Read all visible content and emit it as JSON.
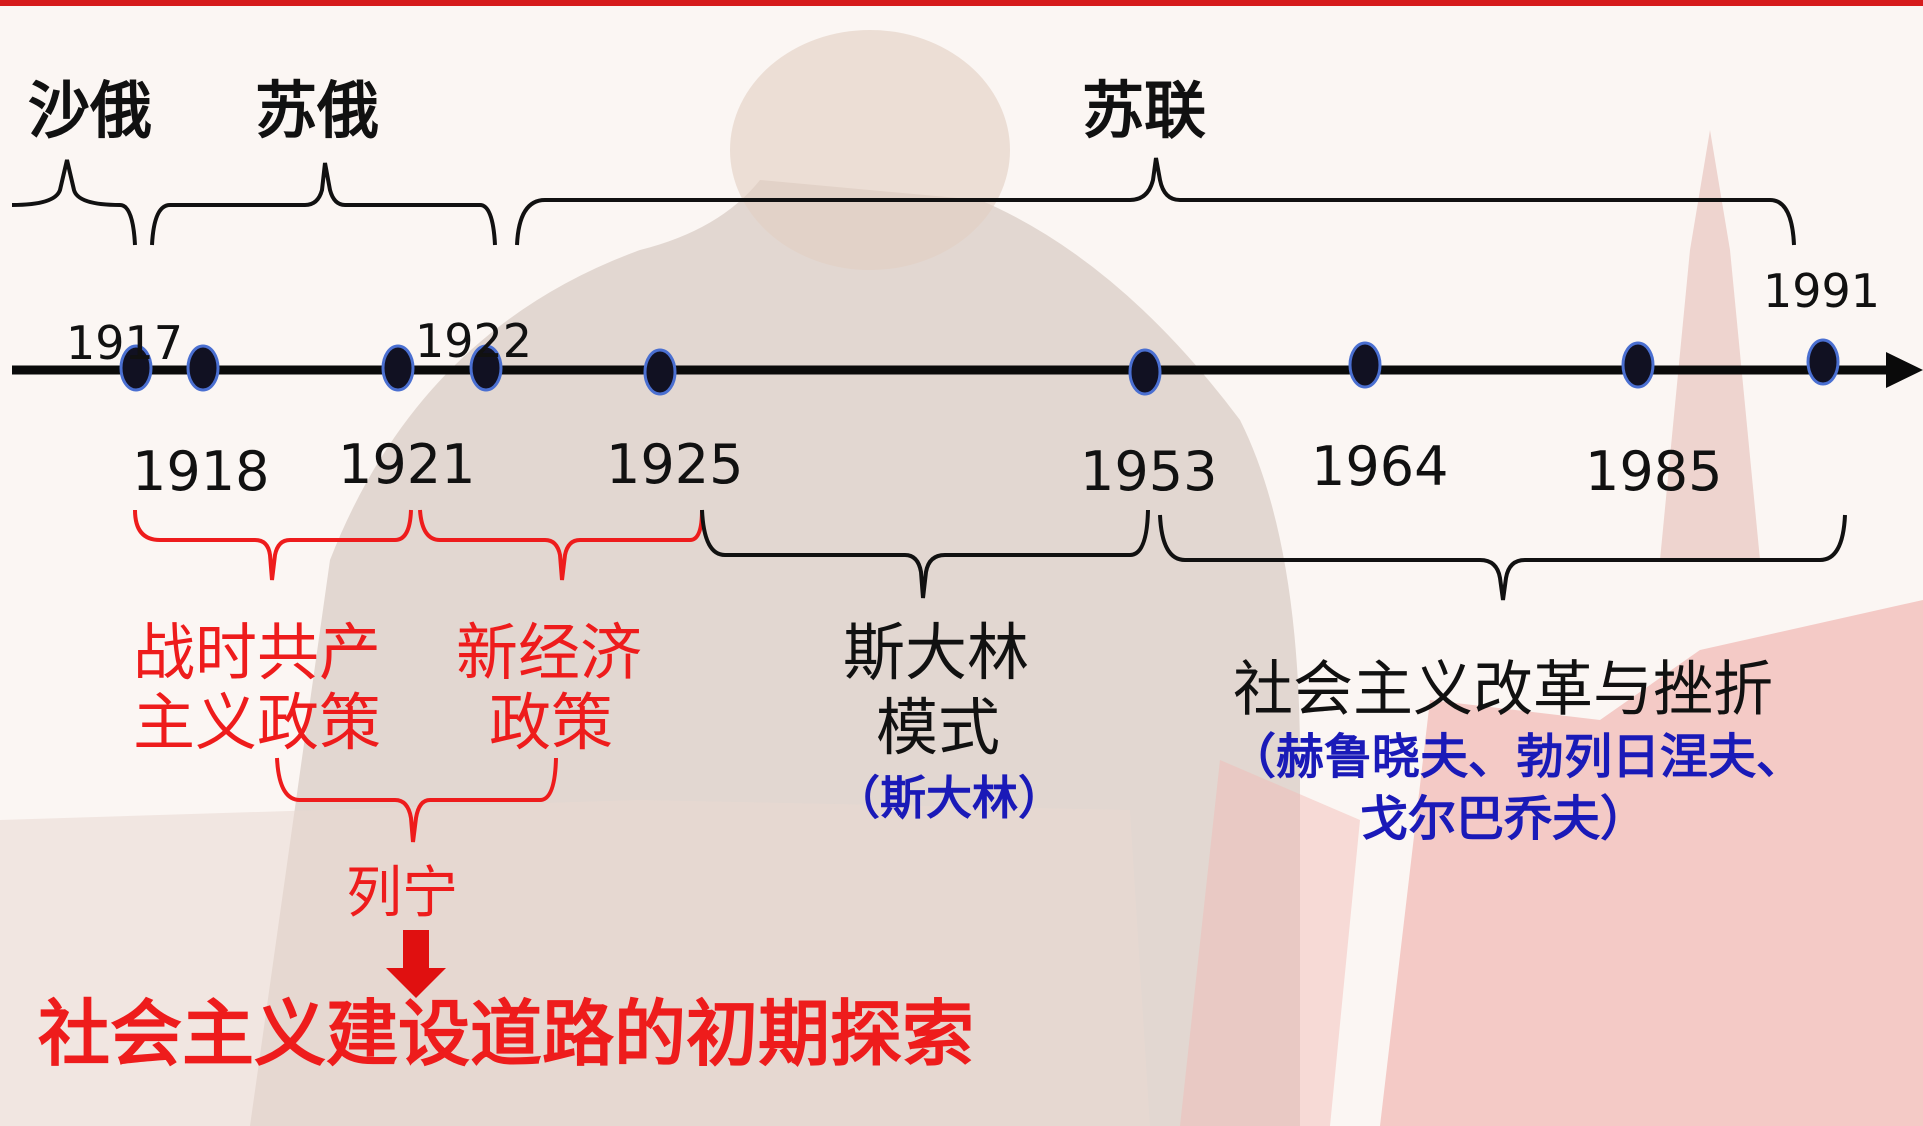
{
  "eras": {
    "tsarist": "沙俄",
    "soviet_russia": "苏俄",
    "ussr": "苏联"
  },
  "years": {
    "y1917": "1917",
    "y1918": "1918",
    "y1921": "1921",
    "y1922": "1922",
    "y1925": "1925",
    "y1953": "1953",
    "y1964": "1964",
    "y1985": "1985",
    "y1991": "1991"
  },
  "phases": {
    "war_communism_line1": "战时共产",
    "war_communism_line2": "主义政策",
    "nep_line1": "新经济",
    "nep_line2": "政策",
    "lenin": "列宁",
    "stalin_model_line1": "斯大林",
    "stalin_model_line2": "模式",
    "stalin_person": "（斯大林）",
    "reform_title": "社会主义改革与挫折",
    "reform_leaders_line1": "（赫鲁晓夫、勃列日涅夫、",
    "reform_leaders_line2": "戈尔巴乔夫）"
  },
  "conclusion": "社会主义建设道路的初期探索",
  "colors": {
    "axis": "#0a0a0a",
    "dot_fill": "#111122",
    "dot_stroke": "#4a6fd1",
    "red_text": "#ee1c1c",
    "blue_text": "#1a1ab8",
    "arrow_red": "#e01010"
  }
}
